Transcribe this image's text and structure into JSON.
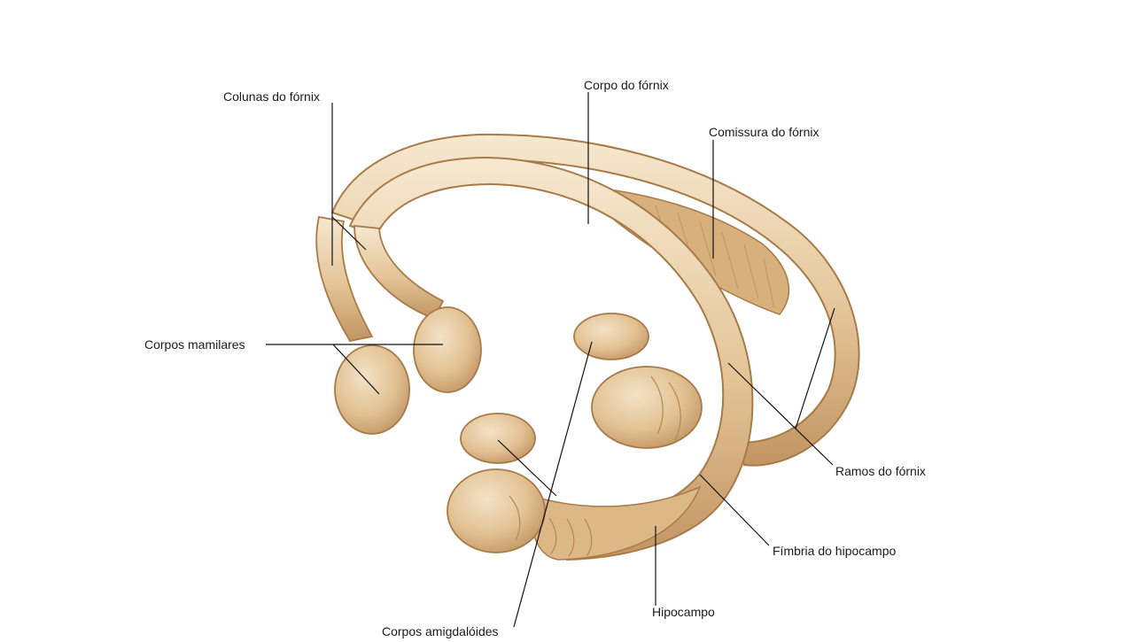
{
  "labels": {
    "colunas": "Colunas do fórnix",
    "corpo": "Corpo do fórnix",
    "comissura": "Comissura do fórnix",
    "mamilares": "Corpos mamilares",
    "ramos": "Ramos do fórnix",
    "fimbria": "Fímbria do hipocampo",
    "hipocampo": "Hipocampo",
    "amigdaloides": "Corpos amigdalóides"
  },
  "colors": {
    "fill": "#e6c9a0",
    "fill_light": "#f3e2c6",
    "fill_dark": "#c9a06f",
    "outline": "#a87a48",
    "leader": "#111111"
  }
}
